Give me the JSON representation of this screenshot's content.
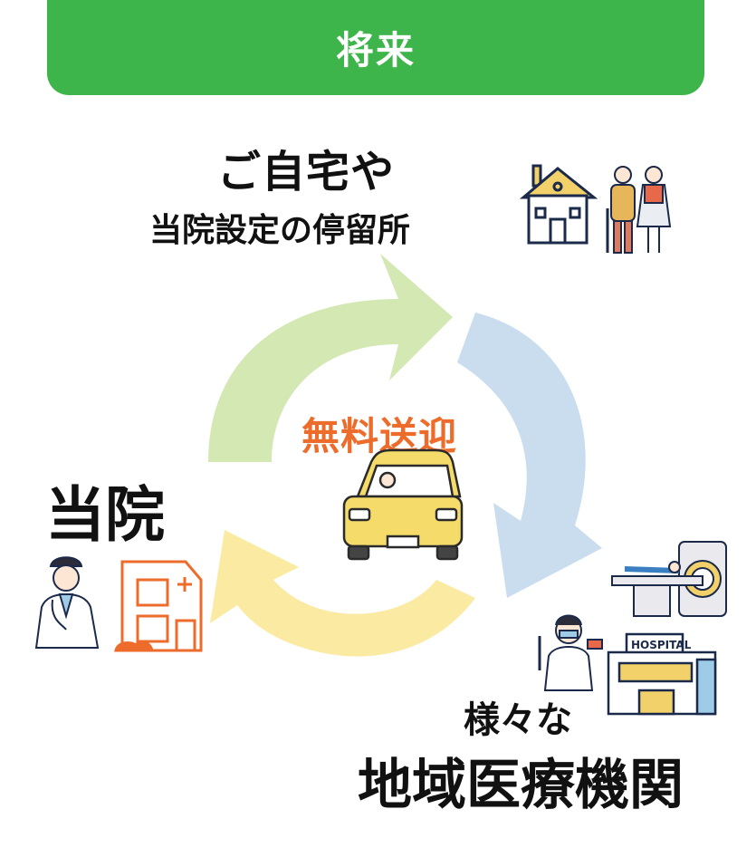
{
  "banner": {
    "title": "将来"
  },
  "home": {
    "line1": "ご自宅や",
    "line2": "当院設定の停留所"
  },
  "hospital": {
    "label": "当院"
  },
  "center": {
    "label": "無料送迎"
  },
  "medical": {
    "line1": "様々な",
    "line2": "地域医療機関",
    "sign": "HOSPITAL"
  },
  "colors": {
    "banner": "#3db54a",
    "arrow_green": "#d4e8b4",
    "arrow_blue": "#c9ddef",
    "arrow_yellow": "#fbeaa2",
    "accent_orange": "#ee6c2b",
    "car_yellow": "#f5dc6a"
  },
  "icons": [
    "house-icon",
    "elderly-couple-icon",
    "doctor-icon",
    "clinic-building-icon",
    "car-icon",
    "ct-scanner-icon",
    "nurse-icon",
    "hospital-building-icon"
  ]
}
